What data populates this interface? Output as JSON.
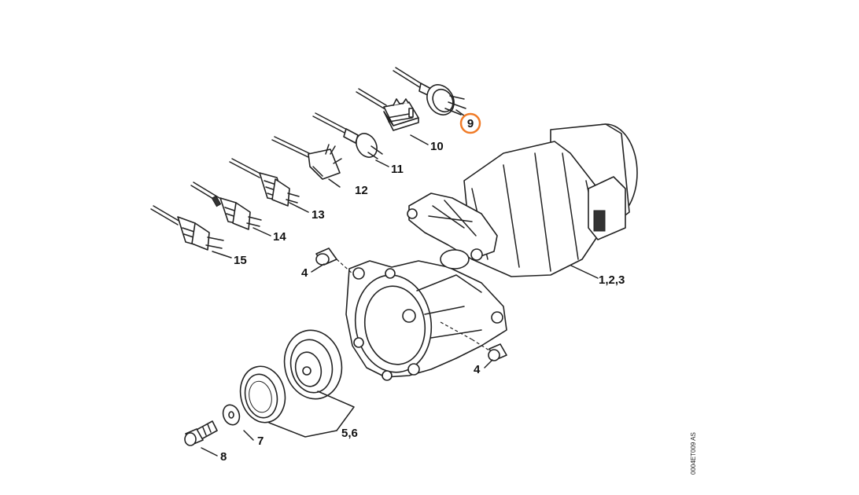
{
  "labels": {
    "motor": "1,2,3",
    "dowel_top": "4",
    "dowel_bottom": "4",
    "bearing_parts": "5,6",
    "washer": "7",
    "screw": "8",
    "plug_9": "9",
    "plug_10": "10",
    "plug_11": "11",
    "plug_12": "12",
    "plug_13": "13",
    "plug_14": "14",
    "plug_15": "15"
  },
  "drawing_code": "0004ET009 AS",
  "highlight": {
    "item": "9",
    "color": "#f07b27"
  }
}
